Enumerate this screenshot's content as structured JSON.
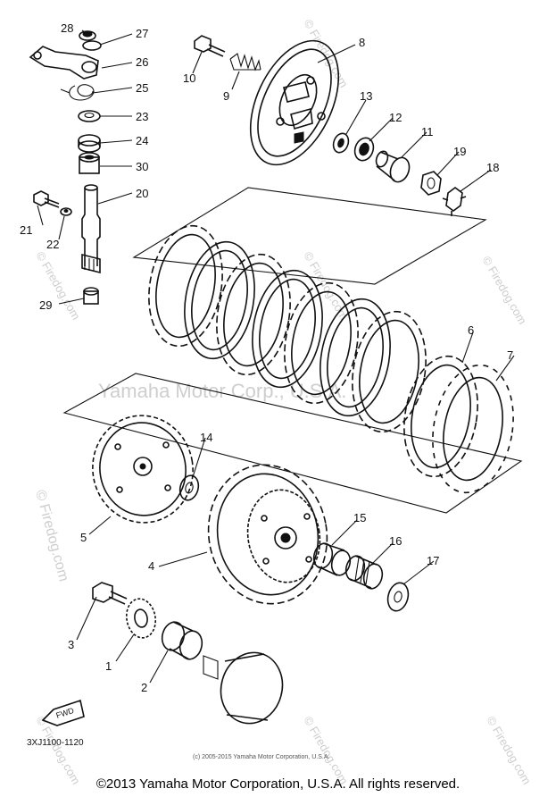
{
  "diagram": {
    "watermark_center": "Yamaha Motor Corp., U.S.A.",
    "watermark_site": "© Firedog.com",
    "diagram_code": "3XJ1100-1120",
    "small_copyright": "(c) 2005-2015 Yamaha Motor Corporation, U.S.A.",
    "fwd_label": "FWD",
    "callouts": {
      "c1": "1",
      "c2": "2",
      "c3": "3",
      "c4": "4",
      "c5": "5",
      "c6": "6",
      "c7": "7",
      "c8": "8",
      "c9": "9",
      "c10": "10",
      "c11": "11",
      "c12": "12",
      "c13": "13",
      "c14": "14",
      "c15": "15",
      "c16": "16",
      "c17": "17",
      "c18": "18",
      "c19": "19",
      "c20": "20",
      "c21": "21",
      "c22": "22",
      "c23": "23",
      "c24": "24",
      "c25": "25",
      "c26": "26",
      "c27": "27",
      "c28": "28",
      "c29": "29",
      "c30": "30"
    }
  },
  "footer": {
    "copyright": "©2013 Yamaha Motor Corporation, U.S.A. All rights reserved."
  }
}
